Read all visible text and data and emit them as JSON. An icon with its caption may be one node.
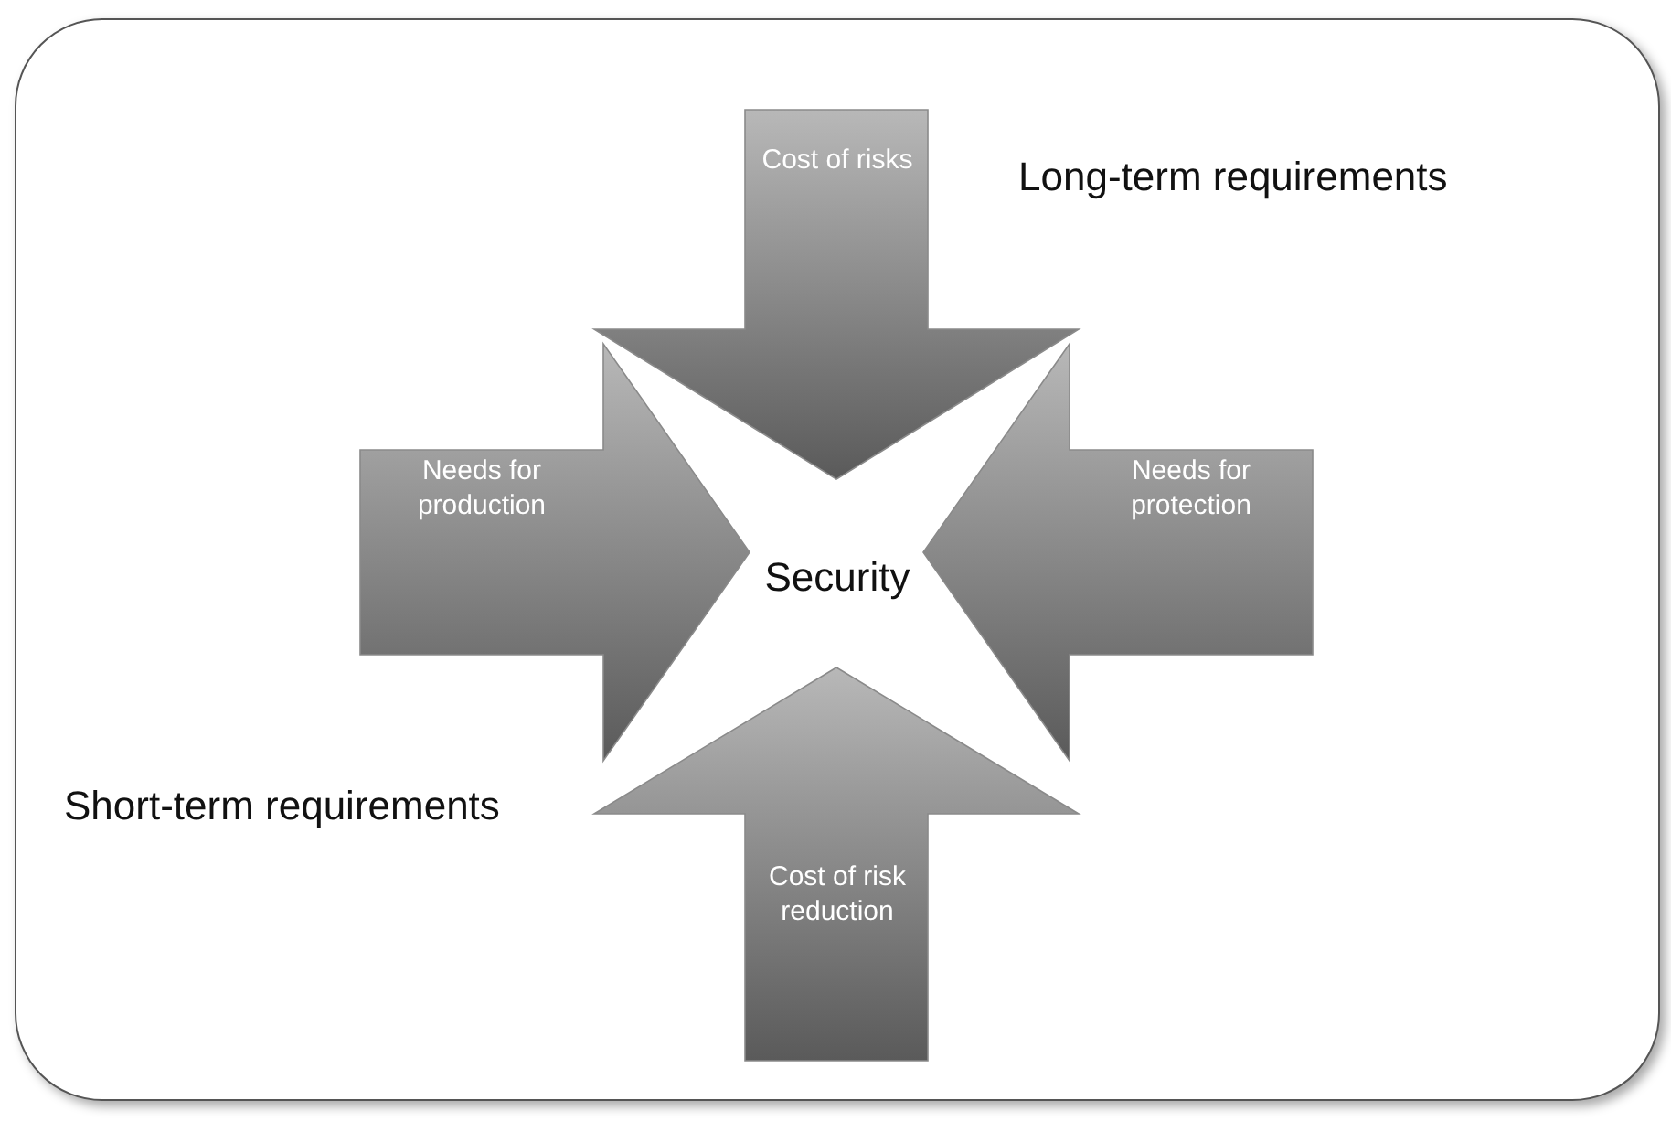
{
  "diagram": {
    "nodes": [
      {
        "text": [
          "Cost of risks"
        ]
      },
      {
        "text": [
          "Needs for production"
        ]
      },
      {
        "text": [
          "Security"
        ]
      },
      {
        "text": [
          "Needs for protection"
        ]
      },
      {
        "text": [
          "Cost of risk reduction"
        ]
      }
    ],
    "labels": [
      "Long-term requirements",
      "Short-term requirements"
    ]
  }
}
